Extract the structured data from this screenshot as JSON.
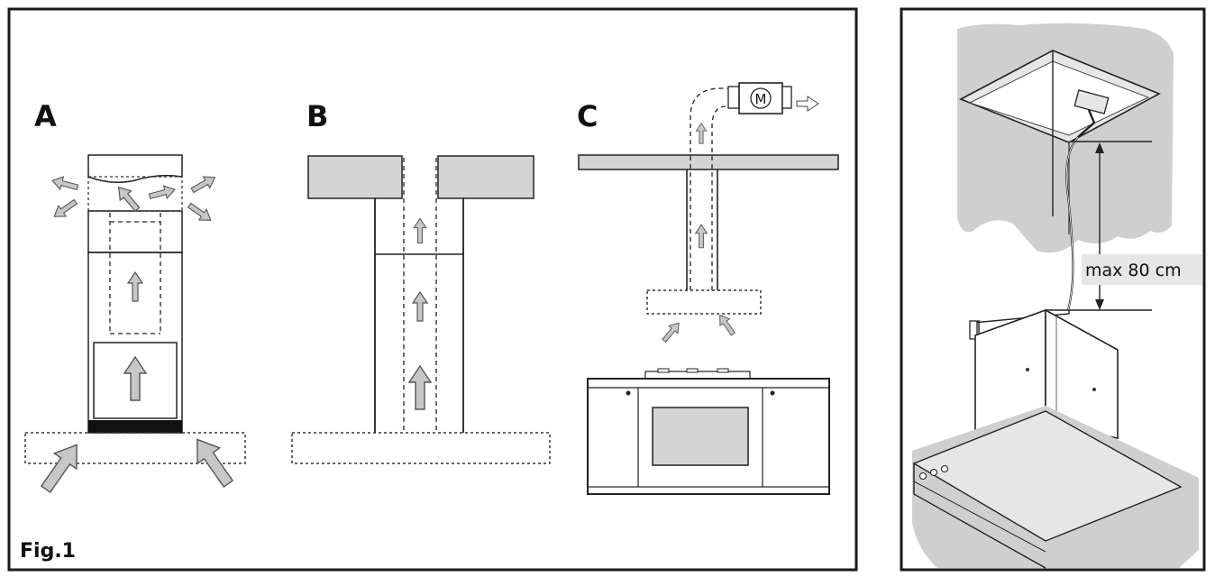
{
  "figure": {
    "label": "Fig.1",
    "panels": [
      {
        "id": "A",
        "label": "A"
      },
      {
        "id": "B",
        "label": "B"
      },
      {
        "id": "C",
        "label": "C"
      }
    ],
    "motor_label": "M",
    "dimension_label": "max 80 cm"
  },
  "colors": {
    "frame": "#1a1a1a",
    "shelf_fill": "#d4d4d4",
    "arrow_fill": "#c7c7c7",
    "wall_gray": "#cfcfcf",
    "label_box": "#e6e6e6"
  }
}
